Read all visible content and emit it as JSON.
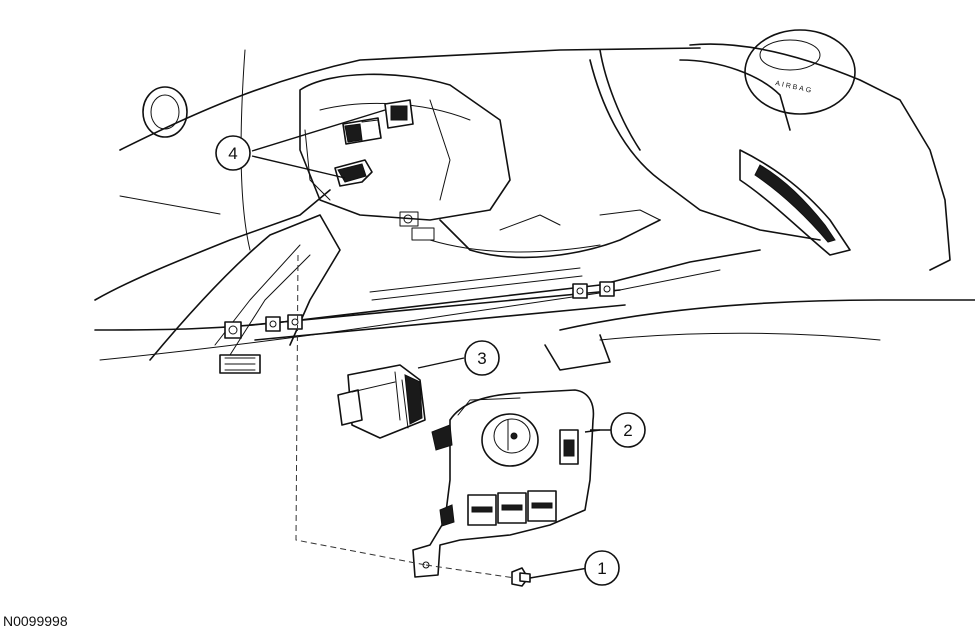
{
  "figure": {
    "id_label": "N0099998",
    "airbag_text": "AIRBAG"
  },
  "callouts": [
    {
      "number": "1",
      "part": "screw"
    },
    {
      "number": "2",
      "part": "switch-bezel"
    },
    {
      "number": "3",
      "part": "headlamp-switch"
    },
    {
      "number": "4",
      "part": "electrical-connectors"
    }
  ]
}
